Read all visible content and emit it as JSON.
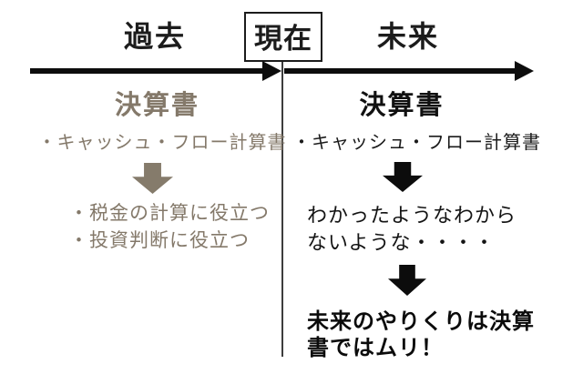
{
  "timeline": {
    "past_label": "過去",
    "present_label": "現在",
    "future_label": "未来"
  },
  "past_section": {
    "heading": "決算書",
    "item": "・キャッシュ・フロー計算書",
    "benefits": [
      "・税金の計算に役立つ",
      "・投資判断に役立つ"
    ]
  },
  "future_section": {
    "heading": "決算書",
    "item": "・キャッシュ・フロー計算書",
    "confusion": [
      "わかったようなわから",
      "ないような・・・・"
    ],
    "conclusion": [
      "未来のやりくりは決算",
      "書ではムリ！"
    ]
  },
  "icons": {
    "past_flow_arrow": "down-arrow-icon",
    "future_flow_arrow_1": "down-arrow-icon",
    "future_flow_arrow_2": "down-arrow-icon",
    "timeline_arrow_left": "right-arrow-icon",
    "timeline_arrow_right": "right-arrow-icon"
  },
  "colors": {
    "background": "#ffffff",
    "past_text": "#84796a",
    "past_arrow": "#857b6b",
    "future_text": "#111111",
    "timeline_arrow": "#0d0d0d",
    "divider": "#3d3d3d"
  }
}
